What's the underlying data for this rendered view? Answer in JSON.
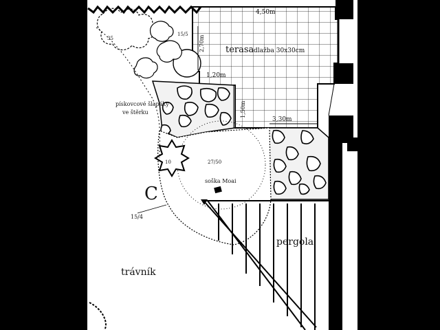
{
  "labels": {
    "terrace_width": "4,50m",
    "terrace_title": "terasa",
    "terrace_sub": "-dlažba 30x30cm",
    "dim_270": "2,70m",
    "dim_120": "1,20m",
    "dim_150": "1,50m",
    "dim_330": "3,30m",
    "stepping_stones_1": "pískovcové šlapáky",
    "stepping_stones_2": "ve štěrku",
    "statue": "soška Moai",
    "pergola": "pergola",
    "lawn": "trávník",
    "tag_c": "C",
    "code_1_5": "15/5",
    "code_10": "10",
    "code_2750": "27/50",
    "code_15_4": "15/4",
    "code_35": "35"
  },
  "colors": {
    "page": "#ffffff",
    "ink": "#111111",
    "frame": "#000000",
    "gravel": "#f2f2f2"
  }
}
